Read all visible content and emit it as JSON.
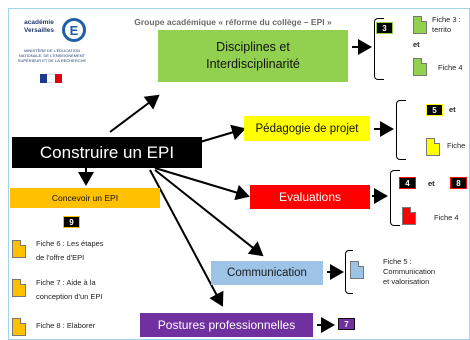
{
  "header": "Groupe académique « réforme du collège – EPI »",
  "logo": {
    "line1": "académie",
    "line2": "Versailles",
    "ministry": "MINISTÈRE DE L'ÉDUCATION NATIONALE, DE L'ENSEIGNEMENT SUPÉRIEUR ET DE LA RECHERCHE"
  },
  "colors": {
    "green": "#92d050",
    "yellow": "#ffff00",
    "red": "#ff0000",
    "blue": "#9dc3e6",
    "purple": "#7030a0",
    "orange": "#ffc000",
    "black": "#000000"
  },
  "central": "Construire un EPI",
  "branches": {
    "disciplines": {
      "line1": "Disciplines et",
      "line2": "Interdisciplinarité",
      "badge": "3",
      "connector": "et",
      "fiche_a1": "Fiche 3 :",
      "fiche_a2": "territo",
      "fiche_b": "Fiche 4"
    },
    "pedagogie": {
      "label": "Pédagogie de projet",
      "badge": "5",
      "connector": "et",
      "fiche": "Fiche"
    },
    "evaluations": {
      "label": "Evaluations",
      "badge_a": "4",
      "connector": "et",
      "badge_b": "8",
      "fiche": "Fiche 4"
    },
    "communication": {
      "label": "Communication",
      "fiche_line1": "Fiche 5 :",
      "fiche_line2": "Communication",
      "fiche_line3": "et valorisation"
    },
    "postures": {
      "label": "Postures professionnelles",
      "badge": "7"
    },
    "concevoir": {
      "label": "Concevoir un EPI",
      "badge": "9",
      "fiches": [
        {
          "line1": "Fiche 6 : Les étapes",
          "line2": "de l'offre d'EPI"
        },
        {
          "line1": "Fiche 7 : Aide à la",
          "line2": "conception d'un EPI"
        },
        {
          "line1": "Fiche 8 : Elaborer",
          "line2": ""
        }
      ]
    }
  }
}
